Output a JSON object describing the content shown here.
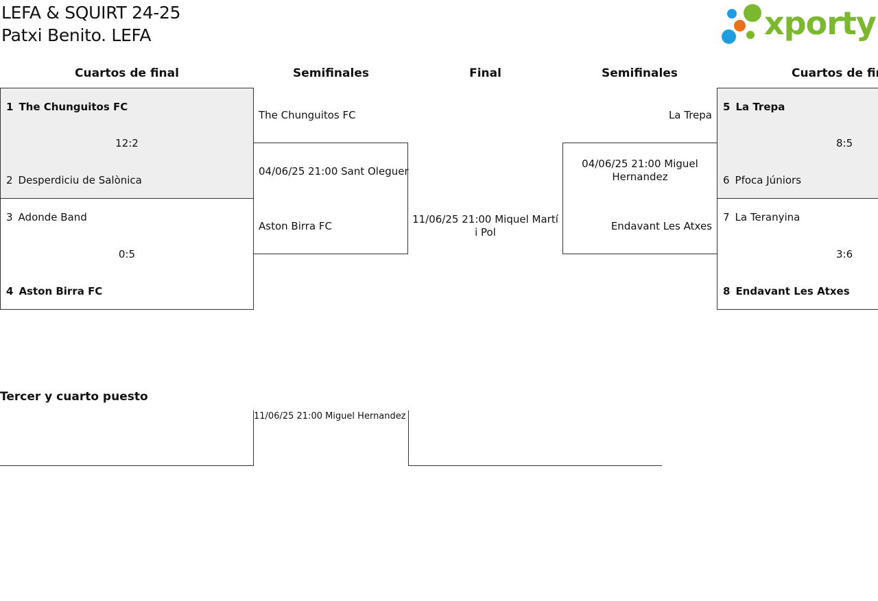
{
  "header": {
    "title_line1": "LEFA & SQUIRT 24-25",
    "title_line2": "Patxi Benito. LEFA"
  },
  "logo": {
    "text": "xporty",
    "colors": {
      "green": "#7cb82f",
      "blue": "#1f9de0",
      "orange": "#e8701c"
    }
  },
  "columns": {
    "left_quarters": "Cuartos de final",
    "left_semis": "Semifinales",
    "final": "Final",
    "right_semis": "Semifinales",
    "right_quarters": "Cuartos de final"
  },
  "left_quarters": [
    {
      "top": {
        "seed": "1",
        "team": "The Chunguitos FC",
        "winner": true
      },
      "score": "12:2",
      "bottom": {
        "seed": "2",
        "team": "Desperdiciu de Salònica",
        "winner": false
      },
      "shaded": true
    },
    {
      "top": {
        "seed": "3",
        "team": "Adonde Band",
        "winner": false
      },
      "score": "0:5",
      "bottom": {
        "seed": "4",
        "team": "Aston Birra FC",
        "winner": true
      },
      "shaded": false
    }
  ],
  "left_semi": {
    "top_team": "The Chunguitos FC",
    "info": "04/06/25 21:00 Sant Oleguer",
    "bottom_team": "Aston Birra FC"
  },
  "final": {
    "info": "11/06/25 21:00 Miquel Martí i Pol"
  },
  "right_semi": {
    "top_team": "La Trepa",
    "info": "04/06/25 21:00 Miguel Hernandez",
    "bottom_team": "Endavant Les Atxes"
  },
  "right_quarters": [
    {
      "top": {
        "seed": "5",
        "team": "La Trepa",
        "winner": true
      },
      "score": "8:5",
      "bottom": {
        "seed": "6",
        "team": "Pfoca Júniors",
        "winner": false
      },
      "shaded": true
    },
    {
      "top": {
        "seed": "7",
        "team": "La Teranyina",
        "winner": false
      },
      "score": "3:6",
      "bottom": {
        "seed": "8",
        "team": "Endavant Les Atxes",
        "winner": true
      },
      "shaded": false
    }
  ],
  "third_place": {
    "title": "Tercer y cuarto puesto",
    "info": "11/06/25 21:00 Miguel Hernandez"
  }
}
